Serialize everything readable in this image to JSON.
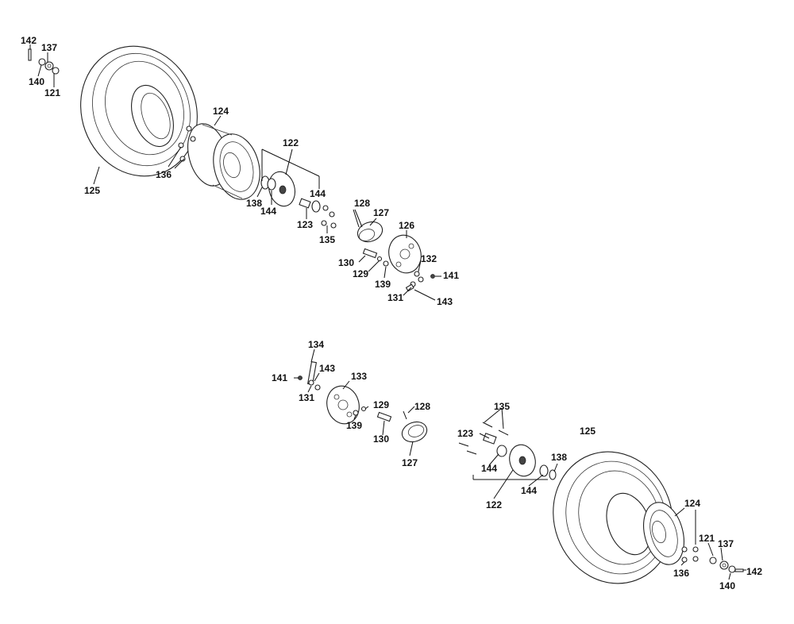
{
  "labels": [
    "142",
    "137",
    "140",
    "121",
    "124",
    "136",
    "125",
    "122",
    "144",
    "138",
    "144",
    "123",
    "128",
    "127",
    "135",
    "126",
    "130",
    "129",
    "139",
    "132",
    "141",
    "131",
    "143",
    "134",
    "141",
    "143",
    "133",
    "131",
    "129",
    "128",
    "139",
    "130",
    "127",
    "135",
    "123",
    "144",
    "122",
    "144",
    "138",
    "125",
    "124",
    "121",
    "137",
    "136",
    "140",
    "142"
  ]
}
